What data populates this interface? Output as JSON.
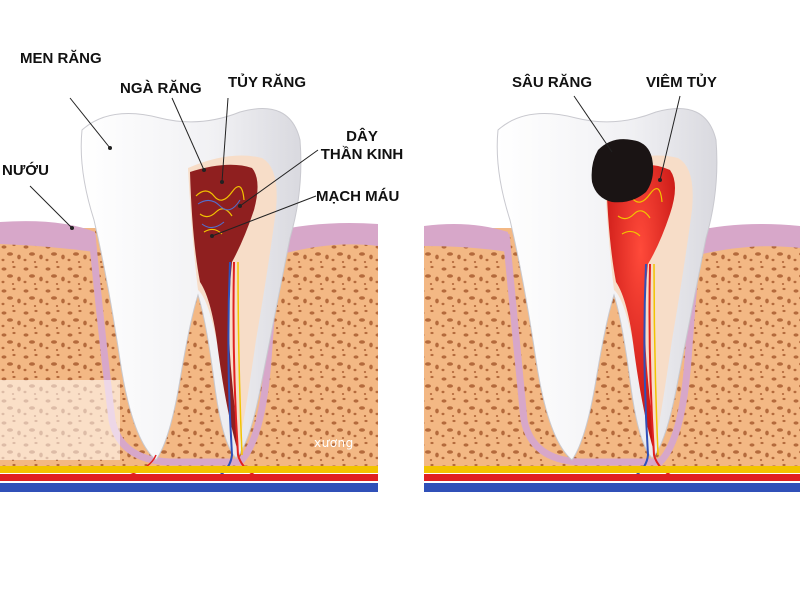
{
  "labels": {
    "enamel": "MEN RĂNG",
    "dentin": "NGÀ RĂNG",
    "pulp": "TỦY RĂNG",
    "gum": "NƯỚU",
    "nerve_line1": "DÂY",
    "nerve_line2": "THẦN KINH",
    "blood_vessel": "MẠCH MÁU",
    "bone": "xương",
    "cavity": "SÂU RĂNG",
    "pulpitis": "VIÊM TỦY"
  },
  "colors": {
    "bone": "#f3b884",
    "bone_pores": "#b46a3c",
    "gum": "#d7a7c9",
    "enamel": "#f4f4f6",
    "dentin": "#f7ddc8",
    "pulp_healthy": "#8f1f1f",
    "pulp_inflamed": "#d71a1a",
    "artery": "#e02020",
    "vein": "#3050b8",
    "nerve": "#f2c400",
    "cavity": "#1a1414"
  }
}
